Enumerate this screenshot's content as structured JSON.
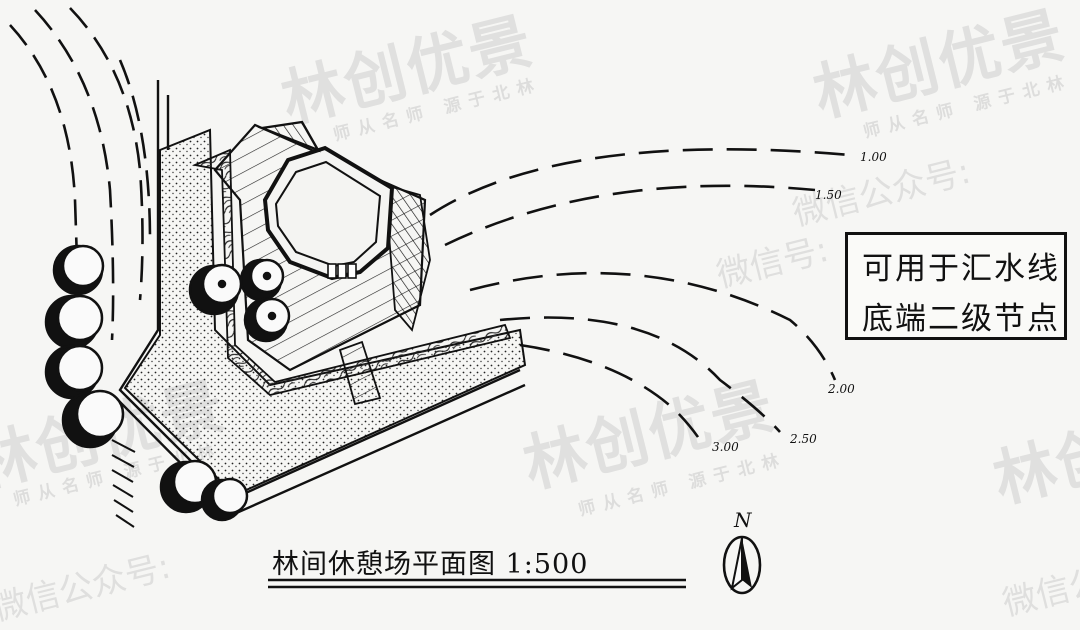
{
  "drawing": {
    "title": "林间休憩场平面图 1:500",
    "north_label": "N",
    "note": {
      "line1": "可用于汇水线",
      "line2": "底端二级节点"
    },
    "contours": [
      {
        "label": "1.00"
      },
      {
        "label": "1.50"
      },
      {
        "label": "2.00"
      },
      {
        "label": "2.50"
      },
      {
        "label": "3.00"
      }
    ]
  },
  "watermarks": {
    "brand": "林创优景",
    "slogan": "师从名师 源于北林",
    "wechat_public": "微信公众号:",
    "wechat_id": "微信号:"
  }
}
